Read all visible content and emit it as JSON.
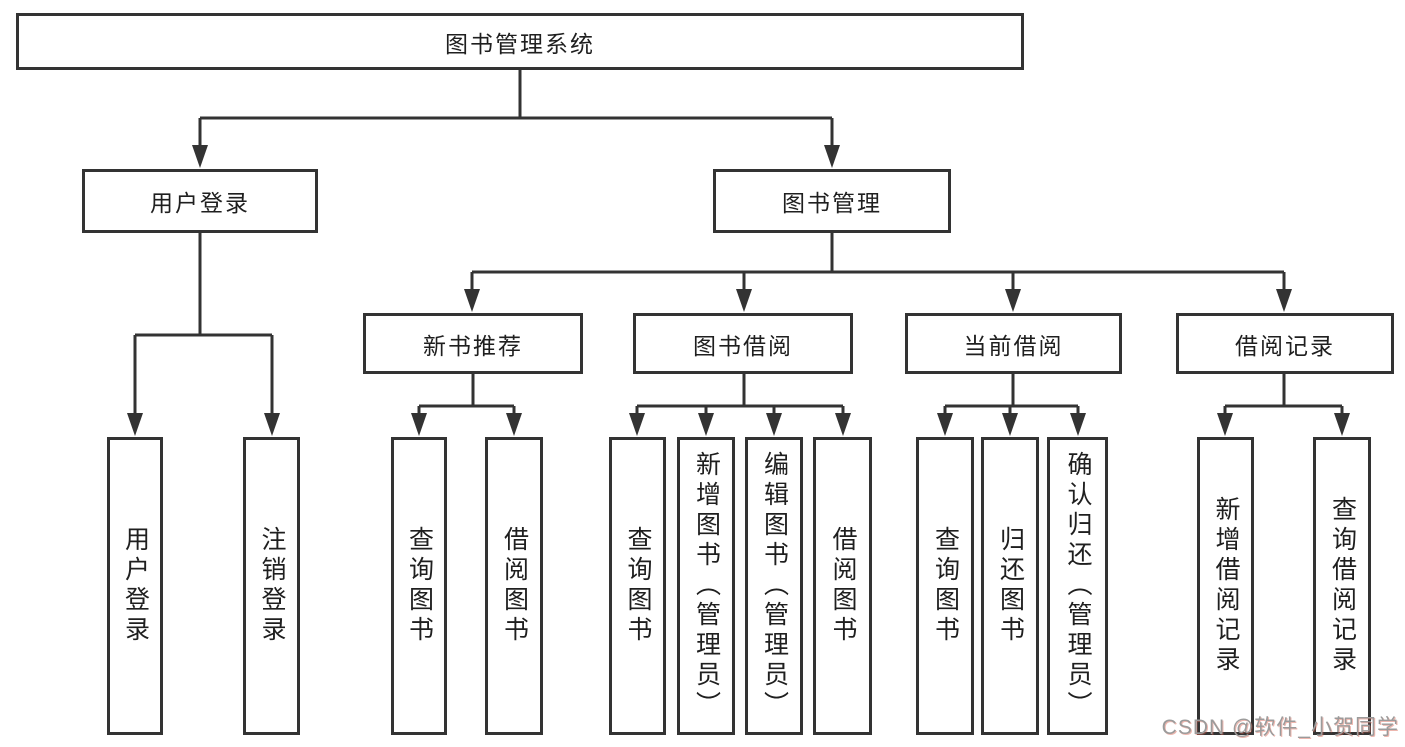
{
  "page": {
    "background": "#ffffff",
    "line_color": "#333333",
    "text_color": "#1f1f1f"
  },
  "tree": {
    "root": {
      "label": "图书管理系统"
    },
    "branches": [
      {
        "label": "用户登录",
        "children": [
          {
            "label": "用户登录"
          },
          {
            "label": "注销登录"
          }
        ]
      },
      {
        "label": "图书管理",
        "children": [
          {
            "label": "新书推荐",
            "children": [
              {
                "label": "查询图书"
              },
              {
                "label": "借阅图书"
              }
            ]
          },
          {
            "label": "图书借阅",
            "children": [
              {
                "label": "查询图书"
              },
              {
                "label": "新增图书（管理员）"
              },
              {
                "label": "编辑图书（管理员）"
              },
              {
                "label": "借阅图书"
              }
            ]
          },
          {
            "label": "当前借阅",
            "children": [
              {
                "label": "查询图书"
              },
              {
                "label": "归还图书"
              },
              {
                "label": "确认归还（管理员）"
              }
            ]
          },
          {
            "label": "借阅记录",
            "children": [
              {
                "label": "新增借阅记录"
              },
              {
                "label": "查询借阅记录"
              }
            ]
          }
        ]
      }
    ]
  },
  "watermark": {
    "text": "CSDN @软件_小贺同学",
    "color": "#9b9b9b",
    "accent": "#d6604d"
  }
}
